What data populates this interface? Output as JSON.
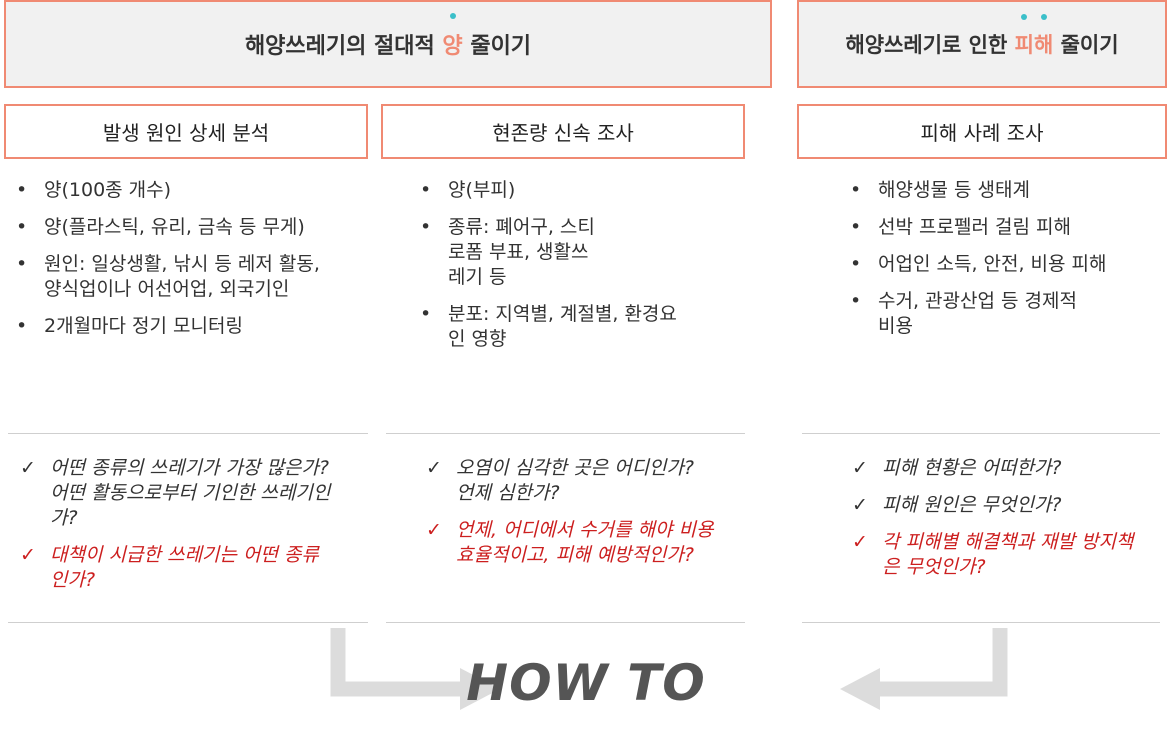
{
  "headers": {
    "left": {
      "pre": "해양쓰레기의 절대적 ",
      "highlight": "양",
      "post": " 줄이기"
    },
    "right": {
      "pre": "해양쓰레기로 인한 ",
      "highlight": "피해",
      "post": " 줄이기"
    }
  },
  "columns": [
    {
      "title": "발생 원인 상세 분석",
      "bullets": [
        "양(100종 개수)",
        "양(플라스틱, 유리, 금속 등 무게)",
        "원인: 일상생활, 낚시 등 레저 활동, 양식업이나 어선어업, 외국기인",
        "2개월마다 정기 모니터링"
      ],
      "questions": [
        {
          "text": "어떤 종류의 쓰레기가 가장 많은가? 어떤 활동으로부터 기인한 쓰레기인가?",
          "highlight": false
        },
        {
          "text": "대책이 시급한 쓰레기는 어떤 종류인가?",
          "highlight": true
        }
      ]
    },
    {
      "title": "현존량 신속 조사",
      "bullets": [
        "양(부피)",
        "종류: 폐어구, 스티로폼 부표, 생활쓰레기 등",
        "분포: 지역별, 계절별, 환경요인 영향"
      ],
      "questions": [
        {
          "text": "오염이 심각한 곳은 어디인가? 언제 심한가?",
          "highlight": false
        },
        {
          "text": "언제, 어디에서 수거를 해야 비용 효율적이고, 피해 예방적인가?",
          "highlight": true
        }
      ]
    },
    {
      "title": "피해 사례 조사",
      "bullets": [
        "해양생물 등 생태계",
        "선박 프로펠러 걸림 피해",
        "어업인 소득, 안전, 비용 피해",
        "수거, 관광산업 등 경제적 비용"
      ],
      "questions": [
        {
          "text": "피해 현황은 어떠한가?",
          "highlight": false
        },
        {
          "text": "피해 원인은 무엇인가?",
          "highlight": false
        },
        {
          "text": "각 피해별 해결책과 재발 방지책은 무엇인가?",
          "highlight": true
        }
      ]
    }
  ],
  "check_symbol": "✓",
  "bottom_label": "HOW TO",
  "colors": {
    "accent": "#f08a73",
    "dot": "#3bbfc9",
    "red": "#cc1f1f",
    "arrow": "#dcdcdc"
  }
}
